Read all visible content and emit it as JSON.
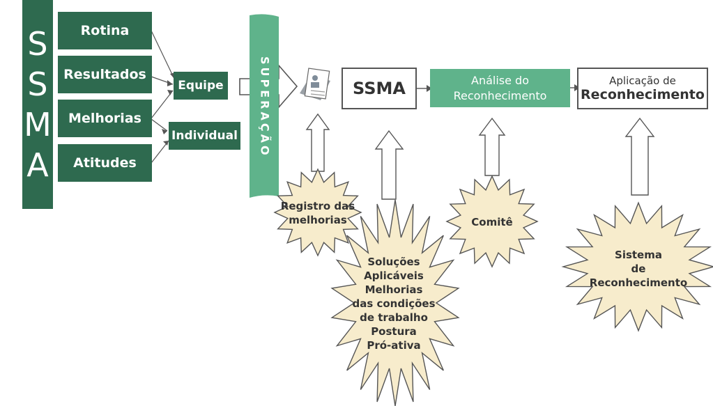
{
  "ssma_letters": [
    "S",
    "S",
    "M",
    "A"
  ],
  "categories": [
    "Rotina",
    "Resultados",
    "Melhorias",
    "Atitudes"
  ],
  "groups": {
    "team": "Equipe",
    "individual": "Individual"
  },
  "superacao": "SUPERAÇÃO",
  "flow": {
    "ssma": "SSMA",
    "analise_line1": "Análise do",
    "analise_line2": "Reconhecimento",
    "aplicacao_line1": "Aplicação de",
    "aplicacao_line2": "Reconhecimento"
  },
  "stars": {
    "registro": [
      "Registro das",
      "melhorias"
    ],
    "solucoes": [
      "Soluções",
      "Aplicáveis",
      "Melhorias",
      "das condições",
      "de trabalho",
      "Postura",
      "Pró-ativa"
    ],
    "comite": [
      "Comitê"
    ],
    "sistema": [
      "Sistema",
      "de",
      "Reconhecimento"
    ]
  },
  "colors": {
    "dark_green": "#2e6a4f",
    "mid_green": "#5fb38b",
    "star_fill": "#f7eccc",
    "star_stroke": "#555555"
  },
  "icons": {
    "document": "document-icon"
  }
}
